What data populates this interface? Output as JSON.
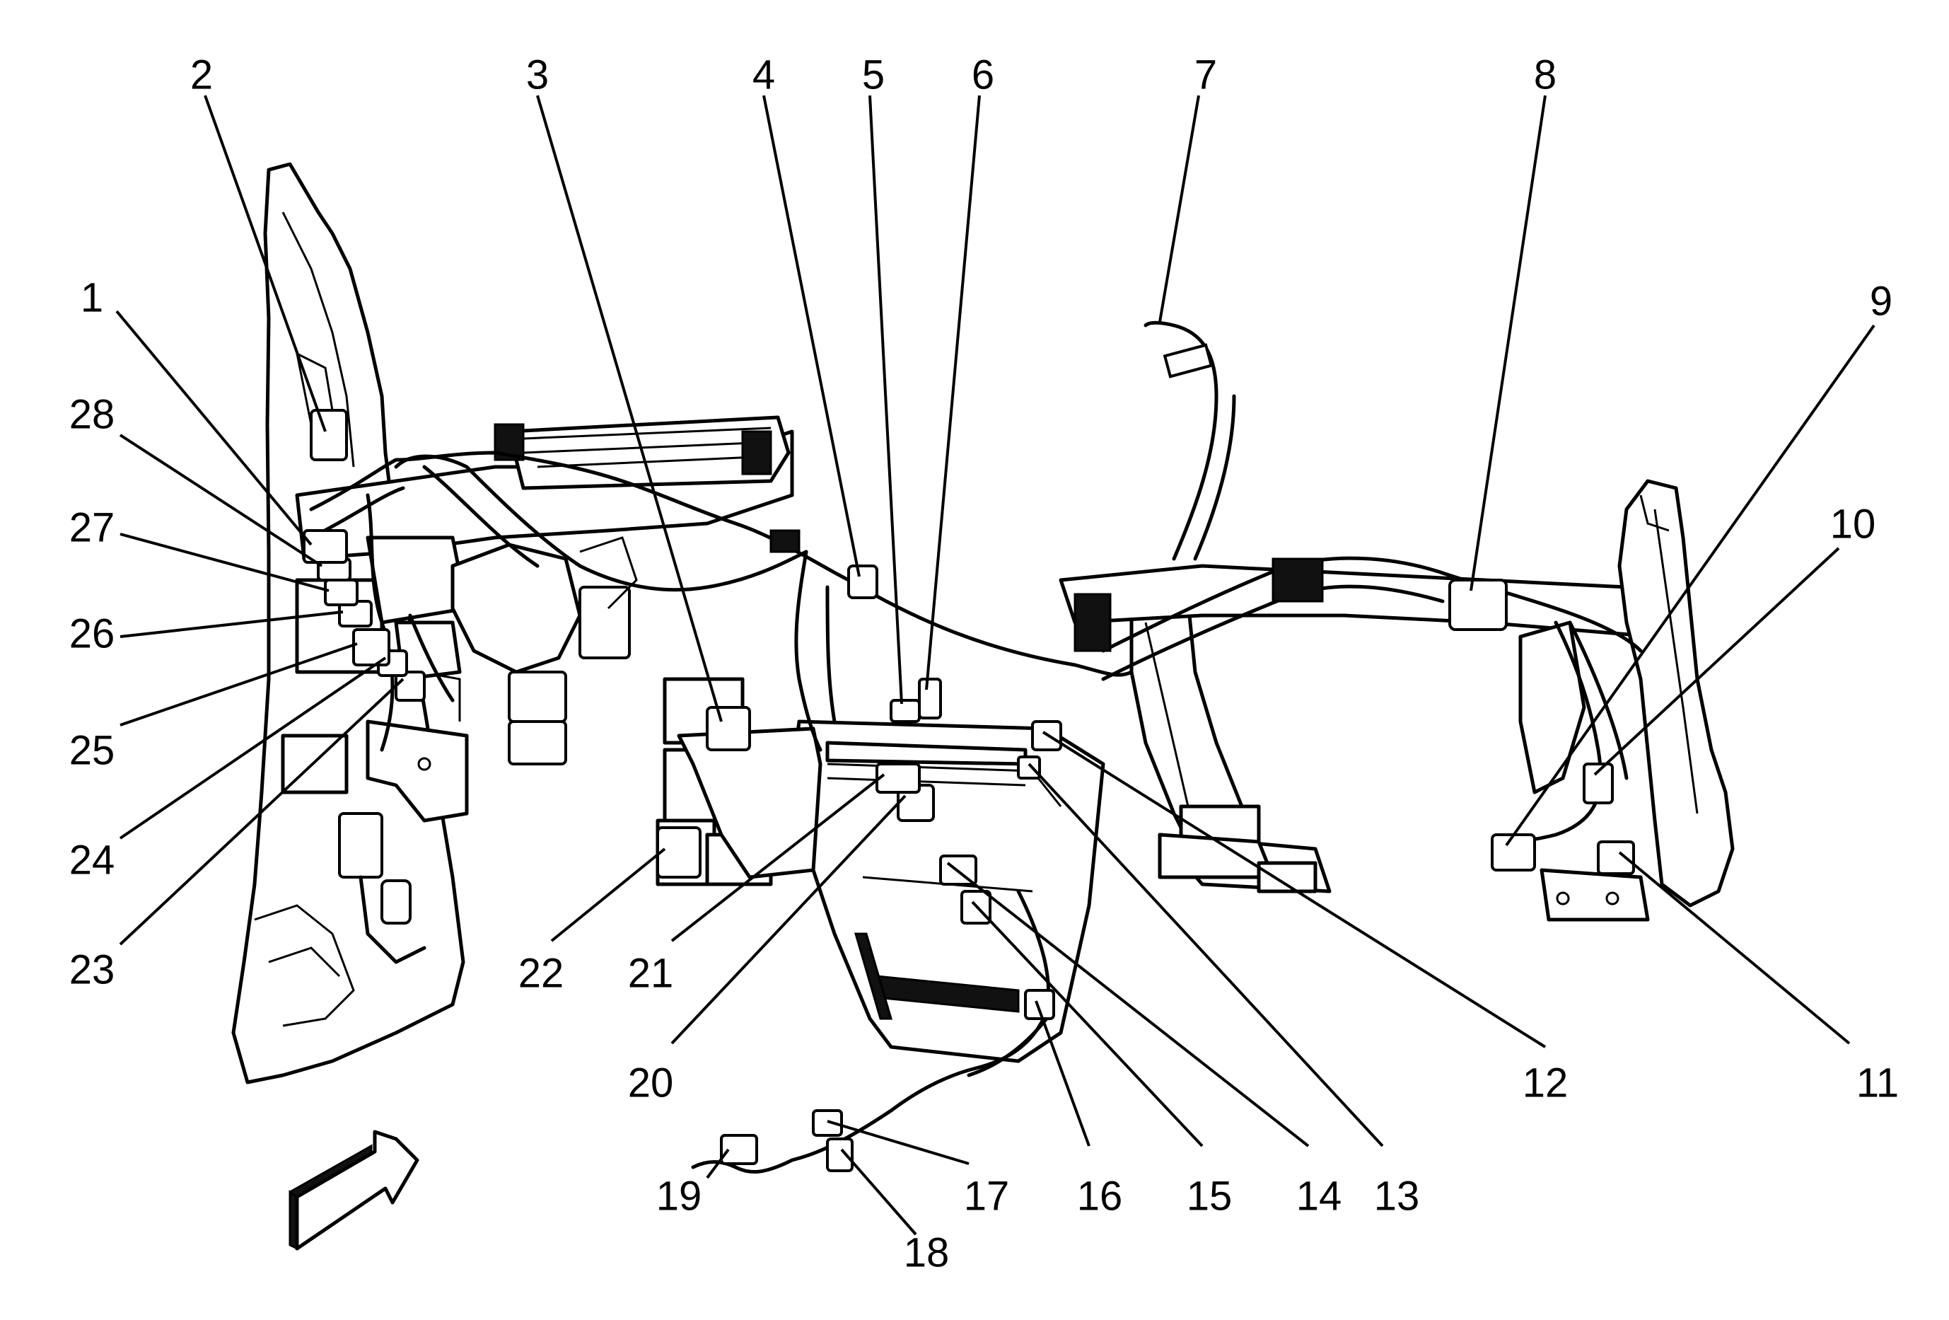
{
  "colors": {
    "background": "#ffffff",
    "line": "#000000"
  },
  "callouts": [
    {
      "id": "1",
      "label": "1"
    },
    {
      "id": "2",
      "label": "2"
    },
    {
      "id": "3",
      "label": "3"
    },
    {
      "id": "4",
      "label": "4"
    },
    {
      "id": "5",
      "label": "5"
    },
    {
      "id": "6",
      "label": "6"
    },
    {
      "id": "7",
      "label": "7"
    },
    {
      "id": "8",
      "label": "8"
    },
    {
      "id": "9",
      "label": "9"
    },
    {
      "id": "10",
      "label": "10"
    },
    {
      "id": "11",
      "label": "11"
    },
    {
      "id": "12",
      "label": "12"
    },
    {
      "id": "13",
      "label": "13"
    },
    {
      "id": "14",
      "label": "14"
    },
    {
      "id": "15",
      "label": "15"
    },
    {
      "id": "16",
      "label": "16"
    },
    {
      "id": "17",
      "label": "17"
    },
    {
      "id": "18",
      "label": "18"
    },
    {
      "id": "19",
      "label": "19"
    },
    {
      "id": "20",
      "label": "20"
    },
    {
      "id": "21",
      "label": "21"
    },
    {
      "id": "22",
      "label": "22"
    },
    {
      "id": "23",
      "label": "23"
    },
    {
      "id": "24",
      "label": "24"
    },
    {
      "id": "25",
      "label": "25"
    },
    {
      "id": "26",
      "label": "26"
    },
    {
      "id": "27",
      "label": "27"
    },
    {
      "id": "28",
      "label": "28"
    }
  ],
  "icons": {
    "direction_arrow": "forward-direction-arrow-icon"
  }
}
